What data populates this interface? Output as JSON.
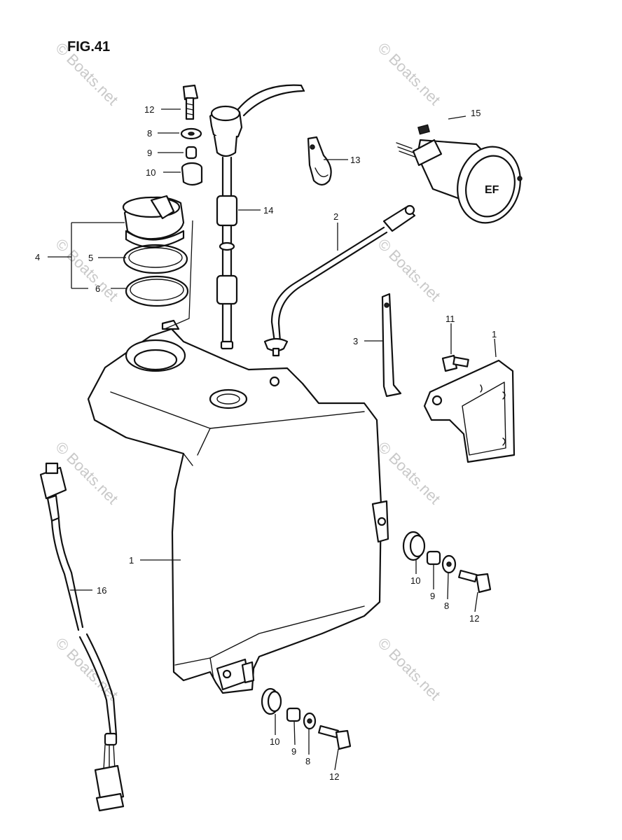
{
  "figure": {
    "title": "FIG.41"
  },
  "watermark": "© Boats.net",
  "callouts": {
    "c1": "1",
    "c1b": "1",
    "c2": "2",
    "c3": "3",
    "c4": "4",
    "c5": "5",
    "c6": "6",
    "c8a": "8",
    "c8b": "8",
    "c8c": "8",
    "c9a": "9",
    "c9b": "9",
    "c9c": "9",
    "c10a": "10",
    "c10b": "10",
    "c10c": "10",
    "c11": "11",
    "c12a": "12",
    "c12b": "12",
    "c12c": "12",
    "c13": "13",
    "c14": "14",
    "c15": "15",
    "c16": "16"
  },
  "gauge_face_text": "EF"
}
